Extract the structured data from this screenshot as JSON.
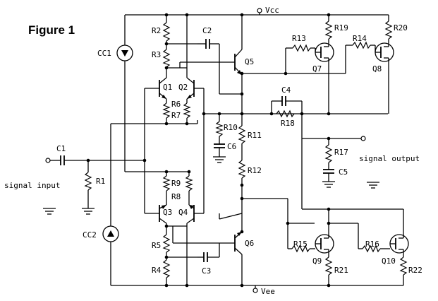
{
  "title": "Figure 1",
  "nets": {
    "vcc": "Vcc",
    "vee": "Vee"
  },
  "io": {
    "signal_input": "signal input",
    "signal_output": "signal output"
  },
  "labels": {
    "R1": "R1",
    "R2": "R2",
    "R3": "R3",
    "R4": "R4",
    "R5": "R5",
    "R6": "R6",
    "R7": "R7",
    "R8": "R8",
    "R9": "R9",
    "R10": "R10",
    "R11": "R11",
    "R12": "R12",
    "R13": "R13",
    "R14": "R14",
    "R15": "R15",
    "R16": "R16",
    "R17": "R17",
    "R18": "R18",
    "R19": "R19",
    "R20": "R20",
    "R21": "R21",
    "R22": "R22",
    "C1": "C1",
    "C2": "C2",
    "C3": "C3",
    "C4": "C4",
    "C5": "C5",
    "C6": "C6",
    "CC1": "CC1",
    "CC2": "CC2",
    "Q1": "Q1",
    "Q2": "Q2",
    "Q3": "Q3",
    "Q4": "Q4",
    "Q5": "Q5",
    "Q6": "Q6",
    "Q7": "Q7",
    "Q8": "Q8",
    "Q9": "Q9",
    "Q10": "Q10"
  }
}
